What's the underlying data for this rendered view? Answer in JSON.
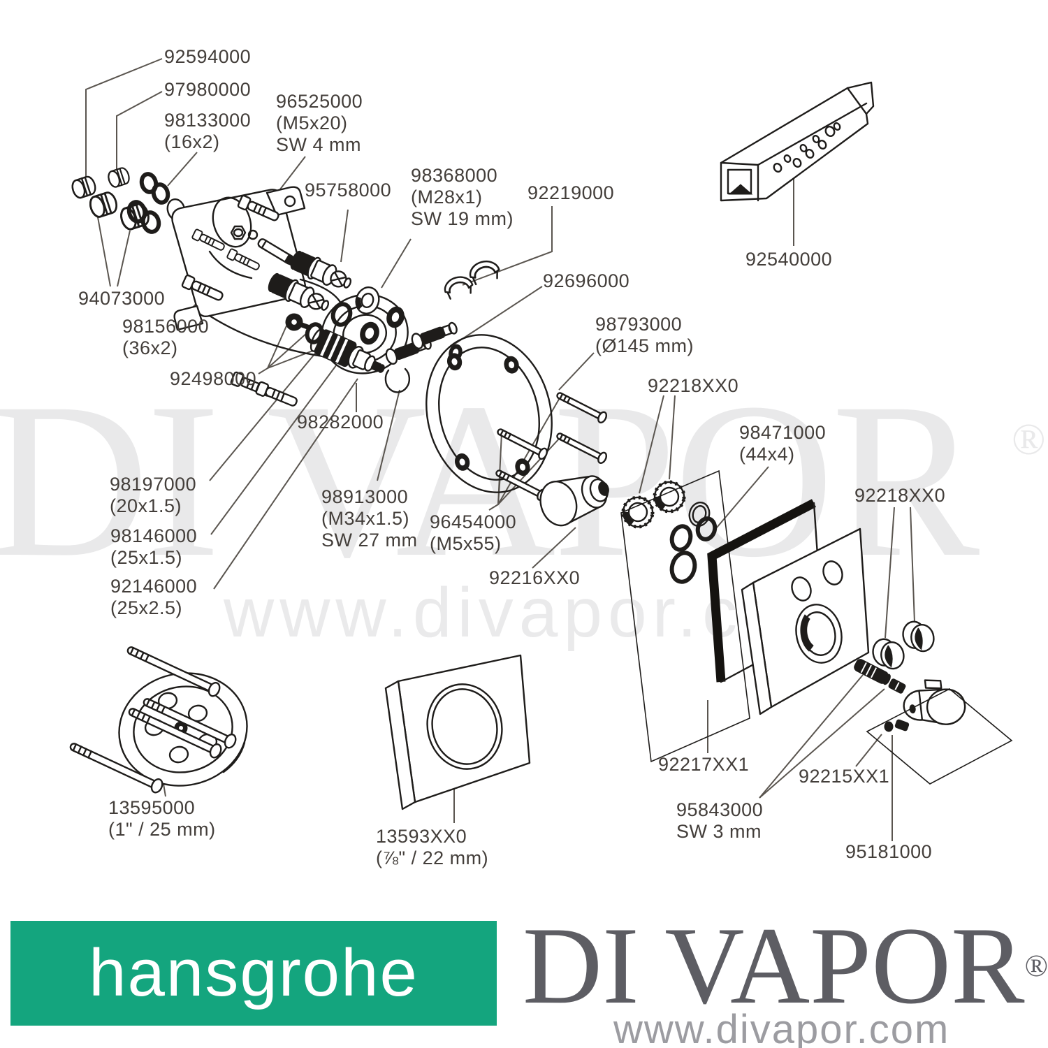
{
  "watermark": {
    "brand": "DI VAPOR",
    "registered": "®",
    "url": "www.divapor.com"
  },
  "footer": {
    "hansgrohe_wordmark": "hansgrohe",
    "hansgrohe_green": "#14a57e",
    "divapor_brand": "DI VAPOR",
    "divapor_registered": "®",
    "divapor_url": "www.divapor.com"
  },
  "diagram": {
    "labels": [
      {
        "l1": "92594000"
      },
      {
        "l1": "97980000"
      },
      {
        "l1": "98133000",
        "l2": "(16x2)"
      },
      {
        "l1": "96525000",
        "l2": "(M5x20)",
        "l3": "SW 4 mm"
      },
      {
        "l1": "95758000"
      },
      {
        "l1": "98368000",
        "l2": "(M28x1)",
        "l3": "SW 19 mm)"
      },
      {
        "l1": "92219000"
      },
      {
        "l1": "92696000"
      },
      {
        "l1": "98793000",
        "l2": "(Ø145 mm)"
      },
      {
        "l1": "92218XX0"
      },
      {
        "l1": "98471000",
        "l2": "(44x4)"
      },
      {
        "l1": "92218XX0"
      },
      {
        "l1": "92540000"
      },
      {
        "l1": "94073000"
      },
      {
        "l1": "98156000",
        "l2": "(36x2)"
      },
      {
        "l1": "92498000"
      },
      {
        "l1": "98282000"
      },
      {
        "l1": "98197000",
        "l2": "(20x1.5)"
      },
      {
        "l1": "98146000",
        "l2": "(25x1.5)"
      },
      {
        "l1": "92146000",
        "l2": "(25x2.5)"
      },
      {
        "l1": "98913000",
        "l2": "(M34x1.5)",
        "l3": "SW 27 mm"
      },
      {
        "l1": "96454000",
        "l2": "(M5x55)"
      },
      {
        "l1": "92216XX0"
      },
      {
        "l1": "13595000",
        "l2": "(1\" / 25 mm)"
      },
      {
        "l1": "13593XX0",
        "l2": "(⅞\" / 22 mm)"
      },
      {
        "l1": "92217XX1"
      },
      {
        "l1": "92215XX1"
      },
      {
        "l1": "95843000",
        "l2": "SW 3 mm"
      },
      {
        "l1": "95181000"
      }
    ]
  }
}
